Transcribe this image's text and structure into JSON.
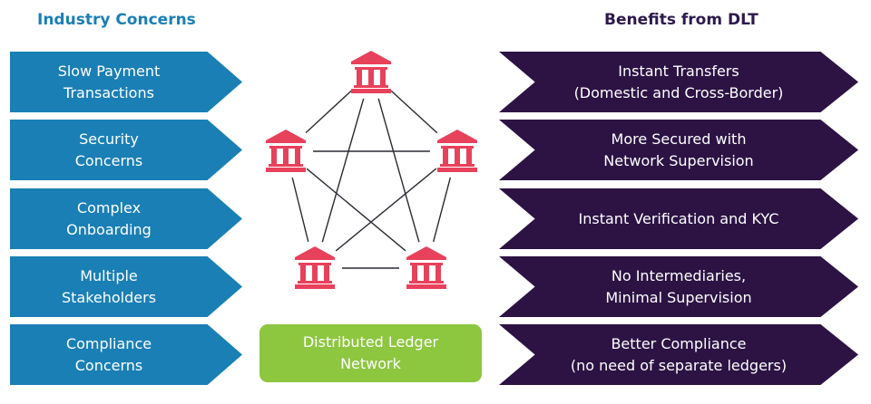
{
  "headings": {
    "left": "Industry Concerns",
    "right": "Benefits from DLT"
  },
  "colors": {
    "concern_fill": "#1a7fb5",
    "benefit_fill": "#2c1344",
    "bank_icon": "#e8415b",
    "ledger_fill": "#8dc63f",
    "connector_line": "#2b2b33"
  },
  "concerns": [
    {
      "label": "Slow Payment\nTransactions"
    },
    {
      "label": "Security\nConcerns"
    },
    {
      "label": "Complex\nOnboarding"
    },
    {
      "label": "Multiple\nStakeholders"
    },
    {
      "label": "Compliance\nConcerns"
    }
  ],
  "benefits": [
    {
      "label": "Instant Transfers\n(Domestic and Cross-Border)"
    },
    {
      "label": "More Secured with\nNetwork Supervision"
    },
    {
      "label": "Instant Verification and KYC"
    },
    {
      "label": "No Intermediaries,\nMinimal Supervision"
    },
    {
      "label": "Better Compliance\n(no need of separate ledgers)"
    }
  ],
  "network": {
    "node_icon": "bank-icon",
    "node_count": 5,
    "connections": "fully-connected",
    "label": "Distributed Ledger\nNetwork"
  }
}
